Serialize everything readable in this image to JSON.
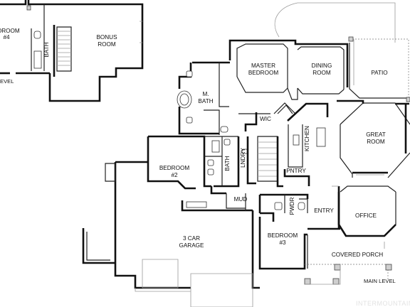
{
  "upper_level": {
    "bedroom4_line1": "DROOM",
    "bedroom4_line2": "#4",
    "bath": "BATH",
    "bonus_line1": "BONUS",
    "bonus_line2": "ROOM",
    "level_label": "EVEL"
  },
  "main_level": {
    "master_line1": "MASTER",
    "master_line2": "BEDROOM",
    "dining_line1": "DINING",
    "dining_line2": "ROOM",
    "patio": "PATIO",
    "mbath_line1": "M.",
    "mbath_line2": "BATH",
    "wic": "WIC",
    "kitchen": "KITCHEN",
    "great_line1": "GREAT",
    "great_line2": "ROOM",
    "bedroom2_line1": "BEDROOM",
    "bedroom2_line2": "#2",
    "bath": "BATH",
    "lndry": "LNDRY",
    "pntry": "PNTRY",
    "mud": "MUD",
    "pwdr": "PWDR",
    "entry": "ENTRY",
    "office": "OFFICE",
    "bedroom3_line1": "BEDROOM",
    "bedroom3_line2": "#3",
    "garage_line1": "3 CAR",
    "garage_line2": "GARAGE",
    "covered_porch": "COVERED PORCH",
    "level_label": "MAIN LEVEL"
  },
  "watermark": "INTERMOUNTAIN"
}
